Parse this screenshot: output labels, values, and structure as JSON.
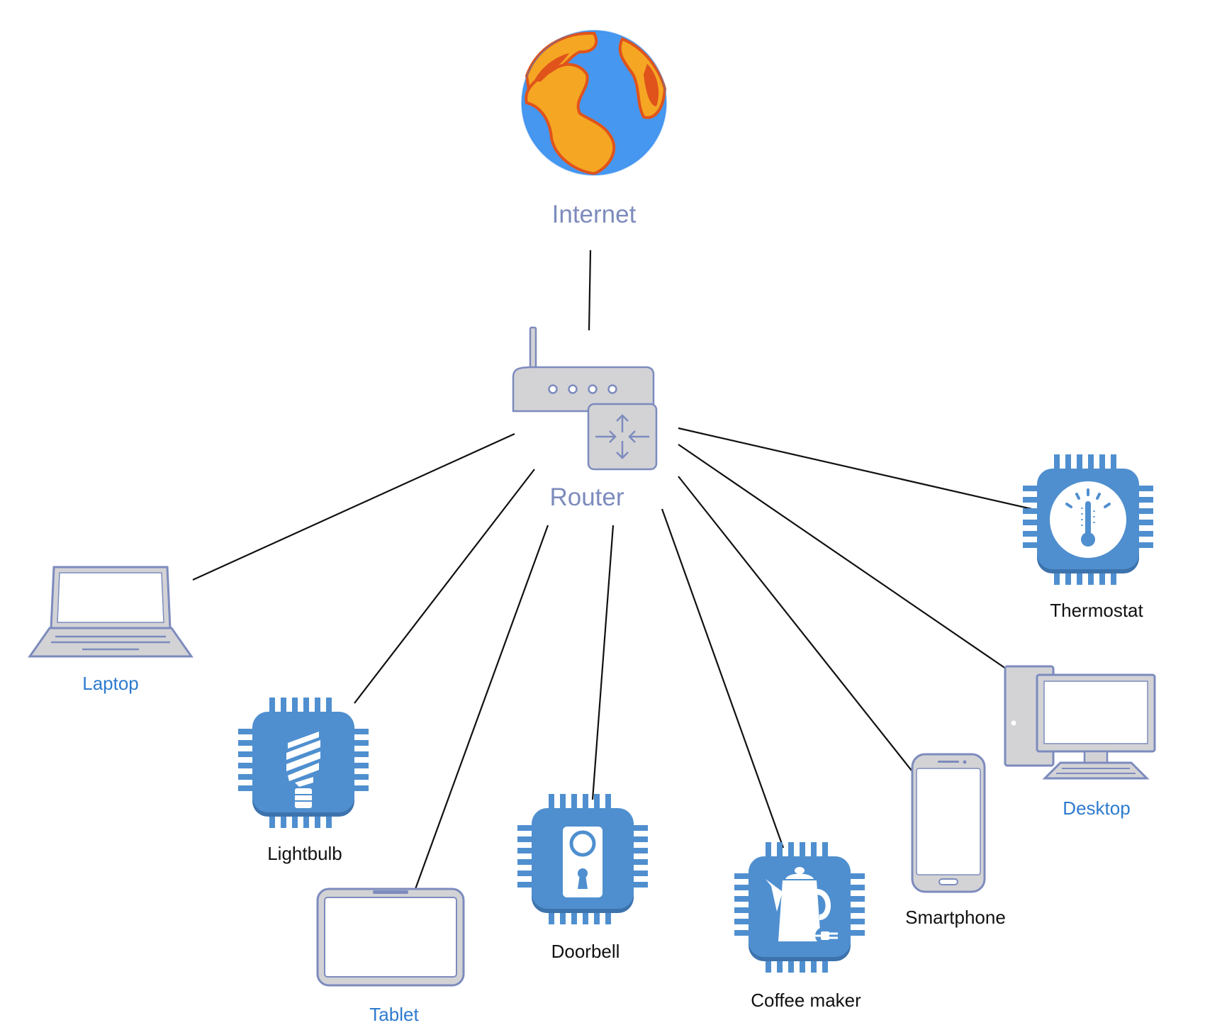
{
  "colors": {
    "chip": "#4f8fcf",
    "chip_dark": "#3d73ad",
    "device_fill": "#d3d3d6",
    "device_stroke": "#7d8bbd",
    "line": "#111111",
    "label_blue": "#2e7bcf",
    "label_black": "#111111",
    "label_gray": "#7d8bbd",
    "globe_ocean": "#2f86f0",
    "globe_land": "#f5a623",
    "globe_land_dark": "#e0531b"
  },
  "nodes": {
    "internet": {
      "label": "Internet",
      "icon": "globe-icon"
    },
    "router": {
      "label": "Router",
      "icon": "router-icon"
    },
    "laptop": {
      "label": "Laptop",
      "icon": "laptop-icon"
    },
    "lightbulb": {
      "label": "Lightbulb",
      "icon": "lightbulb-chip-icon"
    },
    "tablet": {
      "label": "Tablet",
      "icon": "tablet-icon"
    },
    "doorbell": {
      "label": "Doorbell",
      "icon": "doorbell-chip-icon"
    },
    "coffee": {
      "label": "Coffee maker",
      "icon": "coffee-maker-chip-icon"
    },
    "smartphone": {
      "label": "Smartphone",
      "icon": "smartphone-icon"
    },
    "desktop": {
      "label": "Desktop",
      "icon": "desktop-icon"
    },
    "thermostat": {
      "label": "Thermostat",
      "icon": "thermostat-chip-icon"
    }
  }
}
